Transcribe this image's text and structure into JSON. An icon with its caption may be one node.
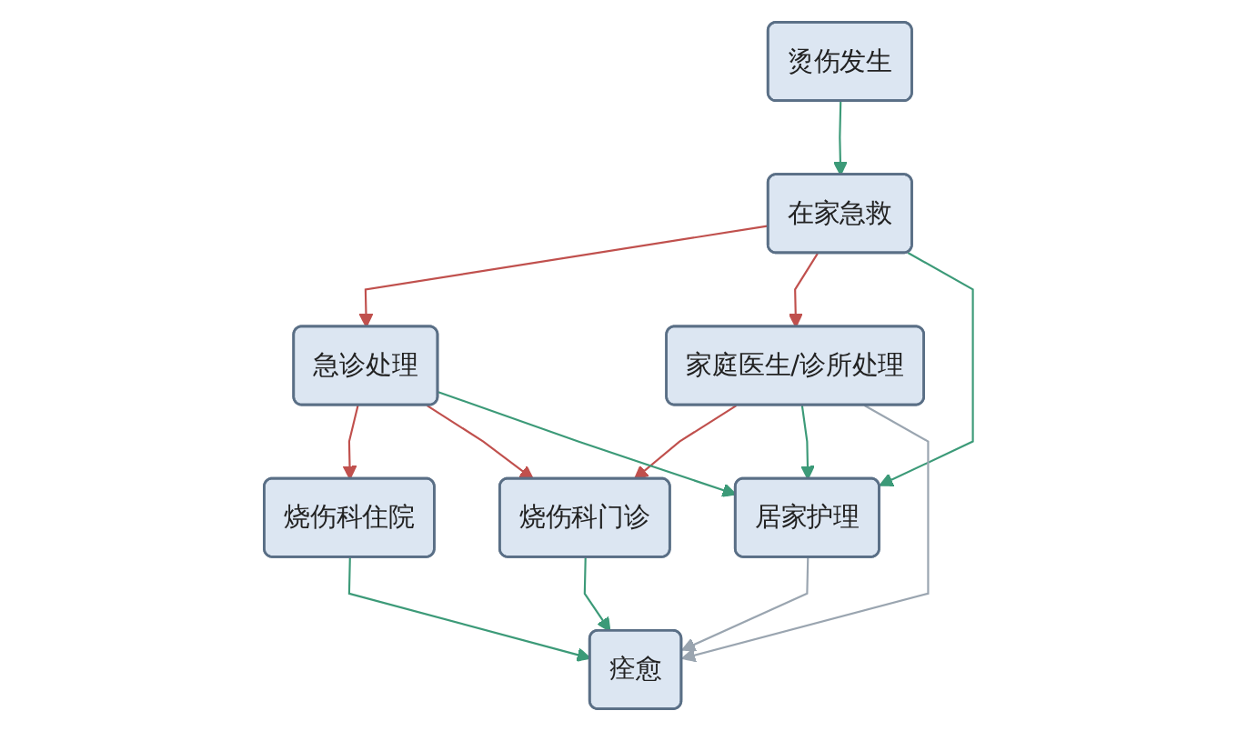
{
  "diagram": {
    "nodes": [
      {
        "text": [
          "烫伤发生"
        ]
      },
      {
        "text": [
          "在家急救"
        ]
      },
      {
        "text": [
          "居家护理"
        ]
      },
      {
        "text": [
          "急诊处理"
        ]
      },
      {
        "text": [
          "家庭医生/诊所处理"
        ]
      },
      {
        "text": [
          "烧伤科住院"
        ]
      },
      {
        "text": [
          "烧伤科门诊"
        ]
      },
      {
        "text": [
          "痊愈"
        ]
      }
    ],
    "edges": [
      {
        "from": 0,
        "to": 1,
        "arrow": "to"
      },
      {
        "from": 1,
        "to": 3,
        "arrow": "to",
        "color": "#c0504d"
      },
      {
        "from": 1,
        "to": 4,
        "arrow": "to",
        "color": "#c0504d"
      },
      {
        "from": 3,
        "to": 5,
        "arrow": "to",
        "color": "#c0504d"
      },
      {
        "from": 3,
        "to": 6,
        "arrow": "to",
        "color": "#c0504d"
      },
      {
        "from": 4,
        "to": 6,
        "arrow": "to",
        "color": "#c0504d"
      },
      {
        "from": 5,
        "to": 7,
        "arrow": "to"
      },
      {
        "from": 6,
        "to": 7,
        "arrow": "to"
      },
      {
        "from": 1,
        "to": 2,
        "arrow": "to"
      },
      {
        "from": 3,
        "to": 2,
        "arrow": "to"
      },
      {
        "from": 4,
        "to": 2,
        "arrow": "to"
      },
      {
        "from": 4,
        "to": 7,
        "arrow": "to",
        "color": "#9aa5b0"
      },
      {
        "from": 2,
        "to": 7,
        "arrow": "to",
        "color": "#9aa5b0"
      }
    ]
  }
}
